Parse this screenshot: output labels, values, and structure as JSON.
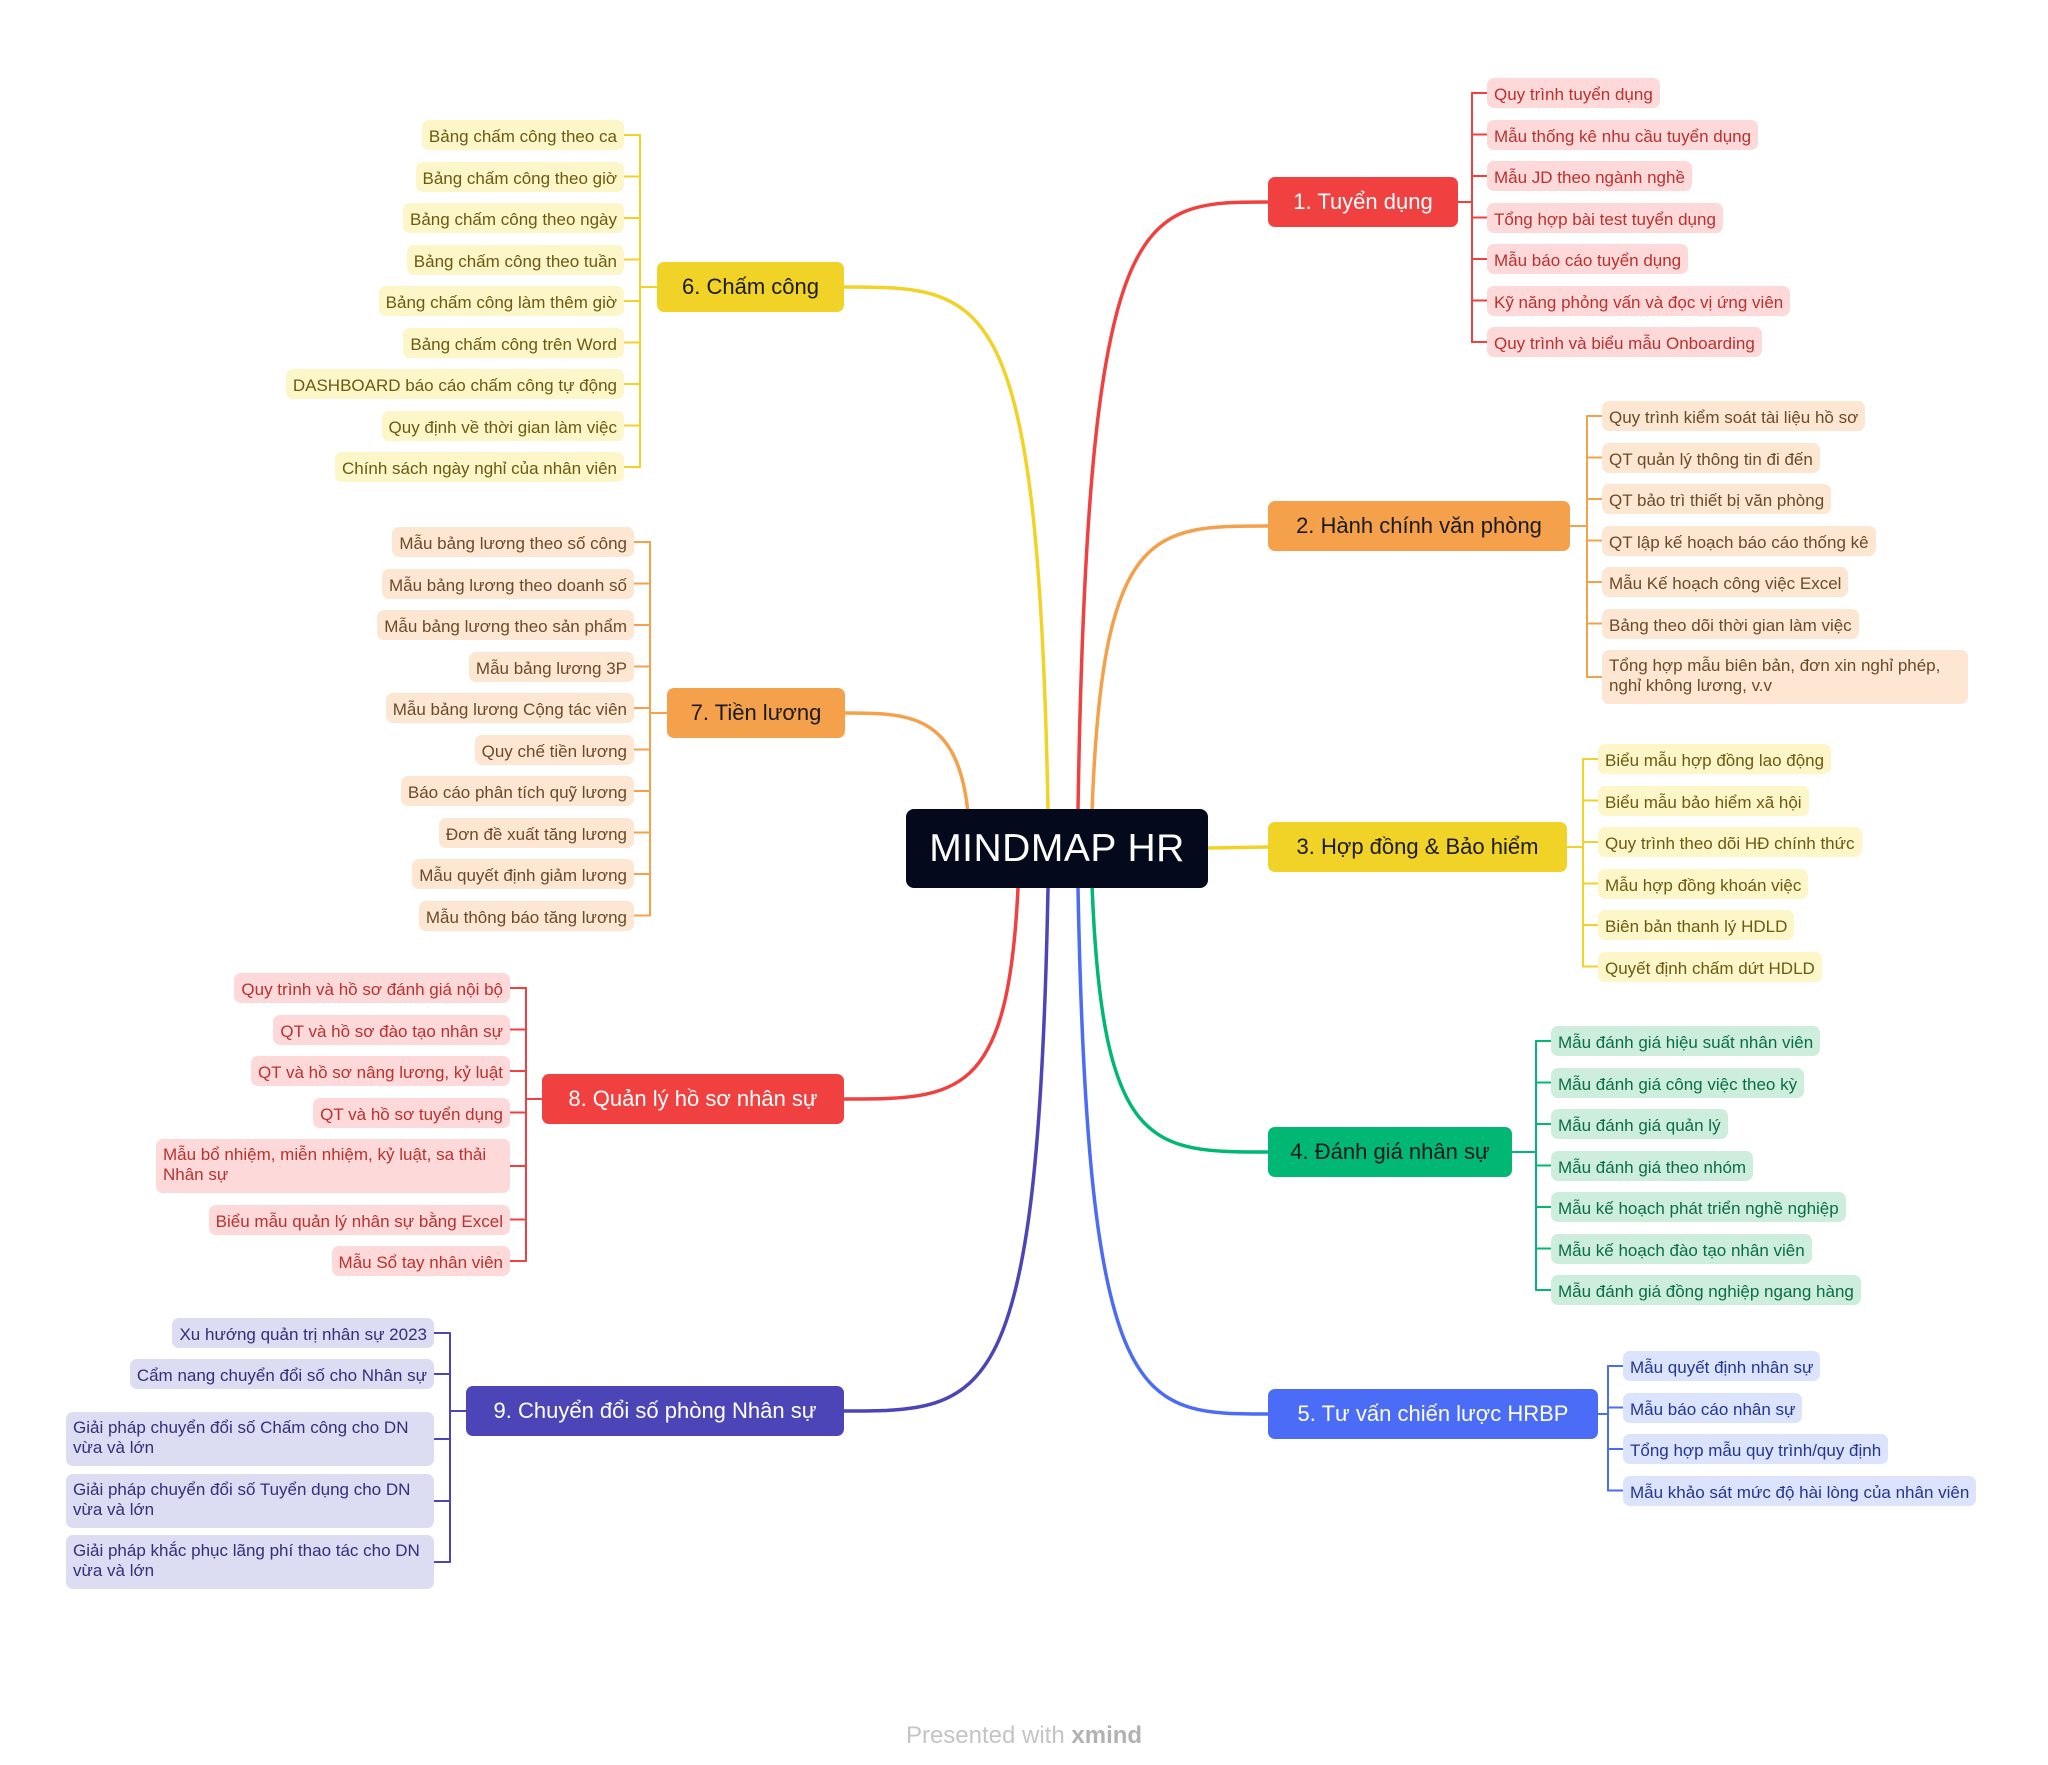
{
  "central_title": "MINDMAP HR",
  "footer": {
    "prefix": "Presented with",
    "brand": "xmind"
  },
  "colors": {
    "central": "#040a1c",
    "red": "#f04140",
    "orange": "#f5a04b",
    "yellow": "#f1d328",
    "green": "#00b774",
    "blue": "#4a6cf7",
    "indigo": "#4c45b8"
  },
  "branches": [
    {
      "label": "1. Tuyển dụng",
      "leaves": [
        "Quy trình tuyển dụng",
        "Mẫu thống kê nhu cầu tuyển dụng",
        "Mẫu JD theo ngành nghề",
        "Tổng hợp bài test tuyển dụng",
        "Mẫu báo cáo tuyển dụng",
        "Kỹ năng phỏng vấn và đọc vị ứng viên",
        "Quy trình và biểu mẫu Onboarding"
      ]
    },
    {
      "label": "2. Hành chính văn phòng",
      "leaves": [
        "Quy trình kiểm soát tài liệu hồ sơ",
        "QT quản lý thông tin đi đến",
        "QT bảo trì thiết bị văn phòng",
        "QT lập kế hoạch báo cáo thống kê",
        "Mẫu Kế hoạch công việc Excel",
        "Bảng theo dõi thời gian làm việc",
        "Tổng hợp mẫu biên bản, đơn xin nghỉ phép, nghỉ không lương, v.v"
      ]
    },
    {
      "label": "3. Hợp đồng & Bảo hiểm",
      "leaves": [
        "Biểu mẫu hợp đồng lao động",
        "Biểu mẫu bảo hiểm xã hội",
        "Quy trình theo dõi HĐ chính thức",
        "Mẫu hợp đồng khoán việc",
        "Biên bản thanh lý HDLD",
        "Quyết định chấm dứt HDLD"
      ]
    },
    {
      "label": "4. Đánh giá nhân sự",
      "leaves": [
        "Mẫu đánh giá hiệu suất nhân viên",
        "Mẫu đánh giá công việc theo kỳ",
        "Mẫu đánh giá quản lý",
        "Mẫu đánh giá theo nhóm",
        "Mẫu kế hoạch phát triển nghề nghiệp",
        "Mẫu kế hoạch đào tạo nhân viên",
        "Mẫu đánh giá đồng nghiệp ngang hàng"
      ]
    },
    {
      "label": "5. Tư vấn chiến lược HRBP",
      "leaves": [
        "Mẫu quyết định nhân sự",
        "Mẫu báo cáo nhân sự",
        "Tổng hợp mẫu quy trình/quy định",
        "Mẫu khảo sát mức độ hài lòng của nhân viên"
      ]
    },
    {
      "label": "6. Chấm công",
      "leaves": [
        "Bảng chấm công theo ca",
        "Bảng chấm công theo giờ",
        "Bảng chấm công theo ngày",
        "Bảng chấm công theo tuần",
        "Bảng chấm công làm thêm giờ",
        "Bảng chấm công trên Word",
        "DASHBOARD báo cáo chấm công tự động",
        "Quy định về thời gian làm việc",
        "Chính sách ngày nghỉ của nhân viên"
      ]
    },
    {
      "label": "7. Tiền lương",
      "leaves": [
        "Mẫu bảng lương theo số công",
        "Mẫu bảng lương theo doanh số",
        "Mẫu bảng lương theo sản phẩm",
        "Mẫu bảng lương 3P",
        "Mẫu bảng lương Cộng tác viên",
        "Quy chế tiền lương",
        "Báo cáo phân tích quỹ lương",
        "Đơn đề xuất tăng lương",
        "Mẫu quyết định giảm lương",
        "Mẫu thông báo tăng lương"
      ]
    },
    {
      "label": "8. Quản lý hồ sơ nhân sự",
      "leaves": [
        "Quy trình và hồ sơ đánh giá nội bộ",
        "QT và hồ sơ đào tạo nhân sự",
        "QT và hồ sơ nâng lương, kỷ luật",
        "QT và hồ sơ tuyển dụng",
        "Mẫu bổ nhiệm, miễn nhiệm, kỷ luật, sa thải Nhân sự",
        "Biểu mẫu quản lý nhân sự bằng Excel",
        "Mẫu Sổ tay nhân viên"
      ]
    },
    {
      "label": "9. Chuyển đổi số phòng Nhân sự",
      "leaves": [
        "Xu hướng quản trị nhân sự 2023",
        "Cẩm nang chuyển đổi số cho Nhân sự",
        "Giải pháp chuyển đổi số Chấm công cho DN vừa và lớn",
        "Giải pháp chuyển đổi số Tuyển dụng cho DN vừa và lớn",
        "Giải pháp khắc phục lãng phí thao tác cho DN vừa và lớn"
      ]
    }
  ]
}
